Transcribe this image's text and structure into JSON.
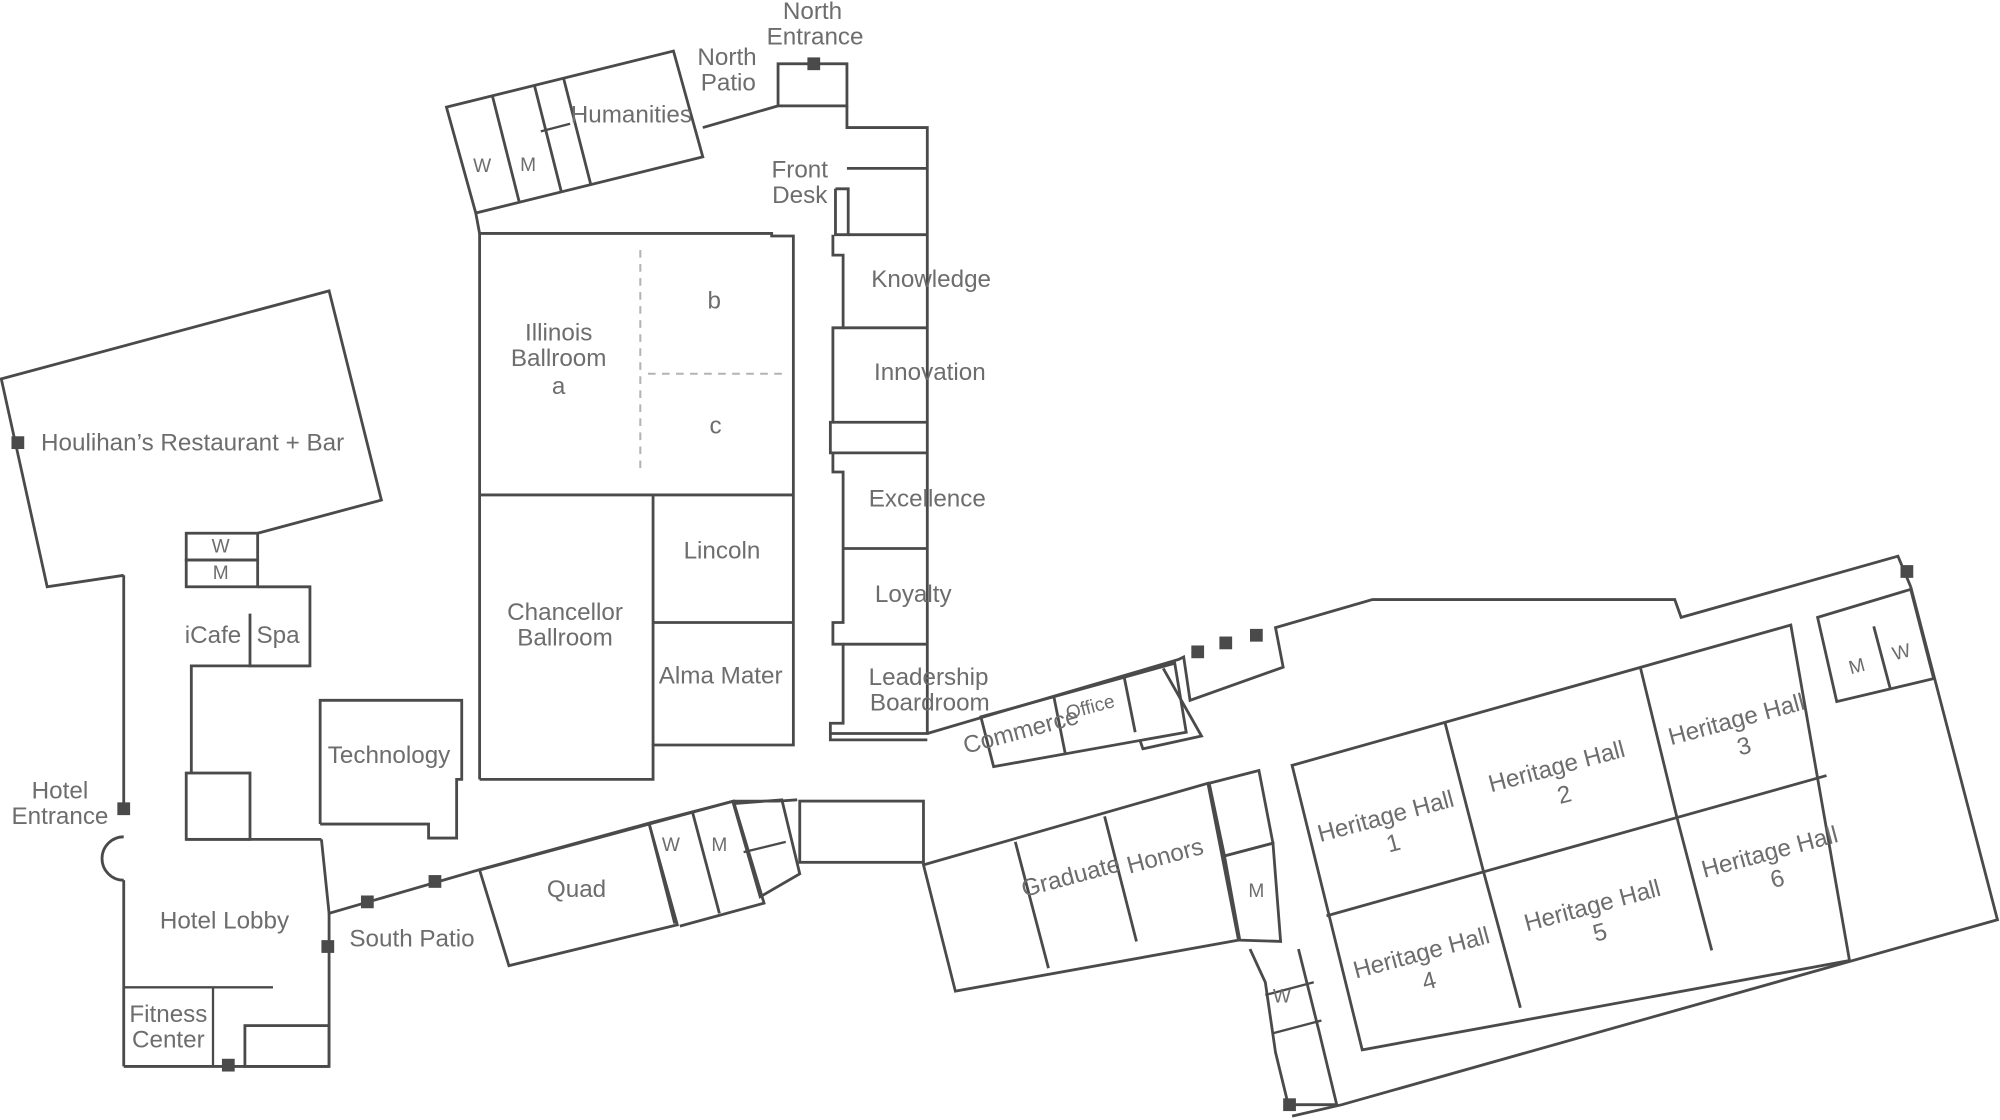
{
  "labels": {
    "north_entrance_1": "North",
    "north_entrance_2": "Entrance",
    "north_patio_1": "North",
    "north_patio_2": "Patio",
    "humanities": "Humanities",
    "w_north": "W",
    "m_north": "M",
    "front_desk_1": "Front",
    "front_desk_2": "Desk",
    "knowledge": "Knowledge",
    "innovation": "Innovation",
    "excellence": "Excellence",
    "loyalty": "Loyalty",
    "leadership_1": "Leadership",
    "leadership_2": "Boardroom",
    "illinois_1": "Illinois",
    "illinois_2": "Ballroom",
    "illinois_a": "a",
    "illinois_b": "b",
    "illinois_c": "c",
    "lincoln": "Lincoln",
    "alma_mater": "Alma Mater",
    "chancellor_1": "Chancellor",
    "chancellor_2": "Ballroom",
    "houlihans": "Houlihan’s Restaurant + Bar",
    "w_lobby": "W",
    "m_lobby": "M",
    "icafe": "iCafe",
    "spa": "Spa",
    "technology": "Technology",
    "hotel_entrance_1": "Hotel",
    "hotel_entrance_2": "Entrance",
    "hotel_lobby": "Hotel Lobby",
    "fitness_1": "Fitness",
    "fitness_2": "Center",
    "south_patio": "South Patio",
    "quad": "Quad",
    "w_quad": "W",
    "m_quad": "M",
    "commerce": "Commerce",
    "office": "Office",
    "graduate": "Graduate",
    "honors": "Honors",
    "m_heritage": "M",
    "w_heritage": "W",
    "m_east": "M",
    "w_east": "W",
    "hh1_a": "Heritage Hall",
    "hh1_b": "1",
    "hh2_a": "Heritage Hall",
    "hh2_b": "2",
    "hh3_a": "Heritage Hall",
    "hh3_b": "3",
    "hh4_a": "Heritage Hall",
    "hh4_b": "4",
    "hh5_a": "Heritage Hall",
    "hh5_b": "5",
    "hh6_a": "Heritage Hall",
    "hh6_b": "6"
  }
}
